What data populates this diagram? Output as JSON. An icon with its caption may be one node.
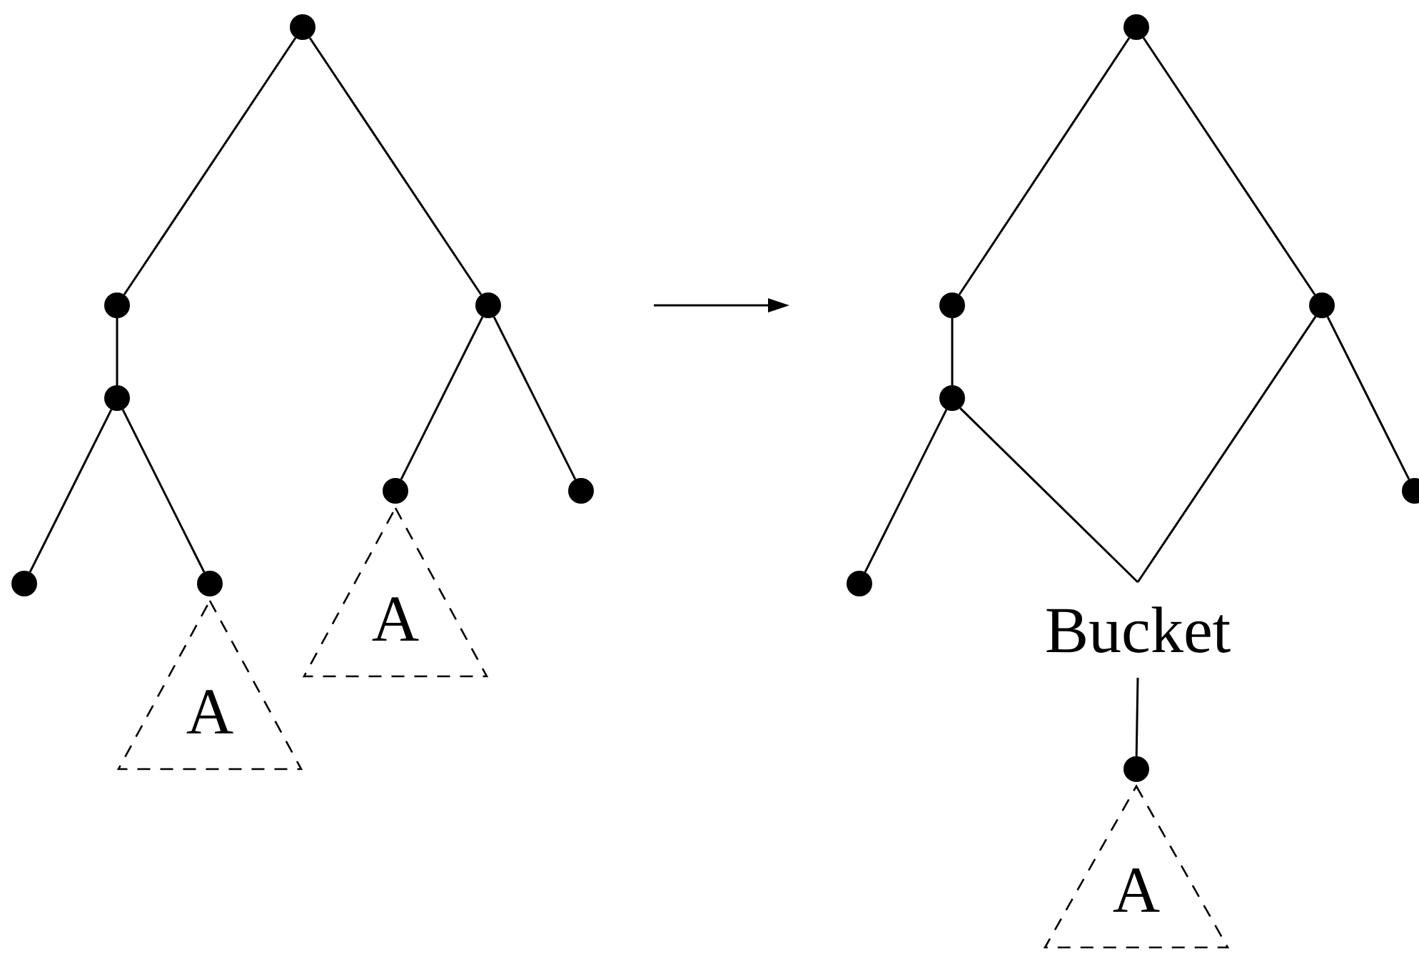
{
  "diagram": {
    "nodes": [
      {
        "text": [],
        "shape": "circle"
      },
      {
        "text": [],
        "shape": "circle"
      },
      {
        "text": [],
        "shape": "circle"
      },
      {
        "text": [],
        "shape": "circle"
      },
      {
        "text": [],
        "shape": "circle"
      },
      {
        "text": [],
        "shape": "circle"
      },
      {
        "text": [
          "A"
        ]
      },
      {
        "text": [],
        "shape": "circle"
      },
      {
        "text": [],
        "shape": "circle"
      },
      {
        "text": [
          "A"
        ]
      },
      {
        "text": [],
        "shape": "circle"
      },
      {
        "text": [],
        "shape": "circle"
      },
      {
        "text": [],
        "shape": "circle"
      },
      {
        "text": [],
        "shape": "circle"
      },
      {
        "text": [],
        "shape": "circle"
      },
      {
        "text": [],
        "shape": "circle"
      },
      {
        "text": [
          "Bucket"
        ]
      },
      {
        "text": [],
        "shape": "circle"
      },
      {
        "text": [
          "A"
        ]
      }
    ],
    "edges": [
      {
        "from": 0,
        "to": 1,
        "arrow": "none"
      },
      {
        "from": 0,
        "to": 2,
        "arrow": "none"
      },
      {
        "from": 1,
        "to": 3,
        "arrow": "none"
      },
      {
        "from": 3,
        "to": 4,
        "arrow": "none"
      },
      {
        "from": 3,
        "to": 5,
        "arrow": "none"
      },
      {
        "from": 2,
        "to": 7,
        "arrow": "none"
      },
      {
        "from": 2,
        "to": 8,
        "arrow": "none"
      },
      {
        "from": 10,
        "to": 11,
        "arrow": "none"
      },
      {
        "from": 10,
        "to": 12,
        "arrow": "none"
      },
      {
        "from": 11,
        "to": 13,
        "arrow": "none"
      },
      {
        "from": 13,
        "to": 14,
        "arrow": "none"
      },
      {
        "from": 12,
        "to": 15,
        "arrow": "none"
      },
      {
        "from": 13,
        "to": 16,
        "arrow": "none"
      },
      {
        "from": 12,
        "to": 16,
        "arrow": "none"
      },
      {
        "from": 16,
        "to": 17,
        "arrow": "none"
      }
    ]
  }
}
